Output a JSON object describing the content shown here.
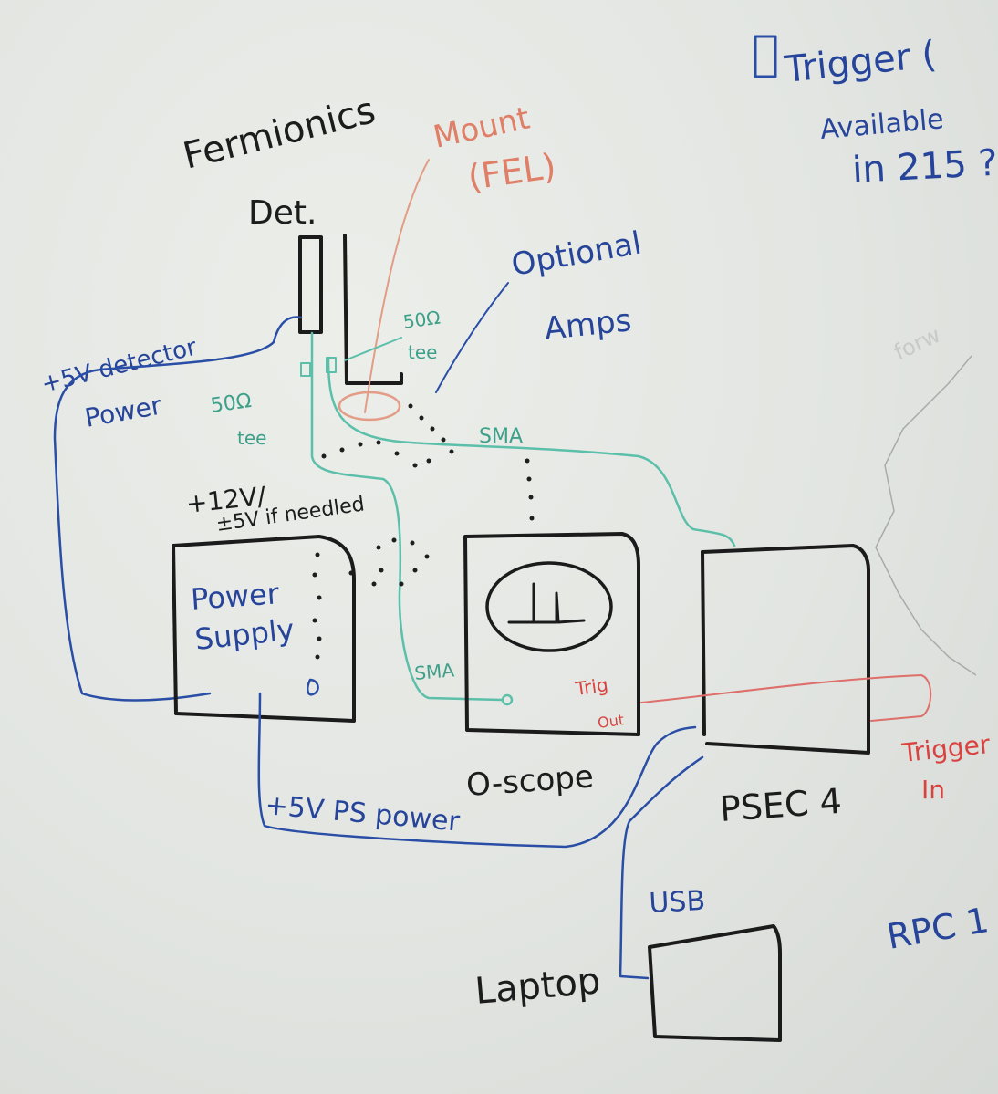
{
  "board": {
    "background": "#e4e6e2"
  },
  "colors": {
    "black": "#1b1b1b",
    "blue": "#2a4ea6",
    "green": "#5bbfa9",
    "red": "#de6f6a",
    "salmon": "#e39c86"
  },
  "labels": {
    "fermionics": "Fermionics",
    "det": "Det.",
    "mount": "Mount",
    "fel": "(FEL)",
    "optional": "Optional",
    "amps": "Amps",
    "tee_right_ohms": "50Ω",
    "tee_right_tee": "tee",
    "tee_left_ohms": "50Ω",
    "tee_left_tee": "tee",
    "sma_top": "SMA",
    "sma_mid": "SMA",
    "det_power_1": "+5V detector",
    "det_power_2": "Power",
    "ps_voltage_1": "+12V/",
    "ps_voltage_2": "±5V if needled",
    "power_supply_1": "Power",
    "power_supply_2": "Supply",
    "trig_out_1": "Trig",
    "trig_out_2": "Out",
    "oscope": "O-scope",
    "psec": "PSEC 4",
    "trigger_in_1": "Trigger",
    "trigger_in_2": "In",
    "ps_power": "+5V PS power",
    "usb": "USB",
    "laptop": "Laptop",
    "trigger_q_1": "Trigger (",
    "trigger_q_2": "Available",
    "trigger_q_3": "in 215 ?",
    "rpc": "RPC 1",
    "faded": "forw"
  }
}
